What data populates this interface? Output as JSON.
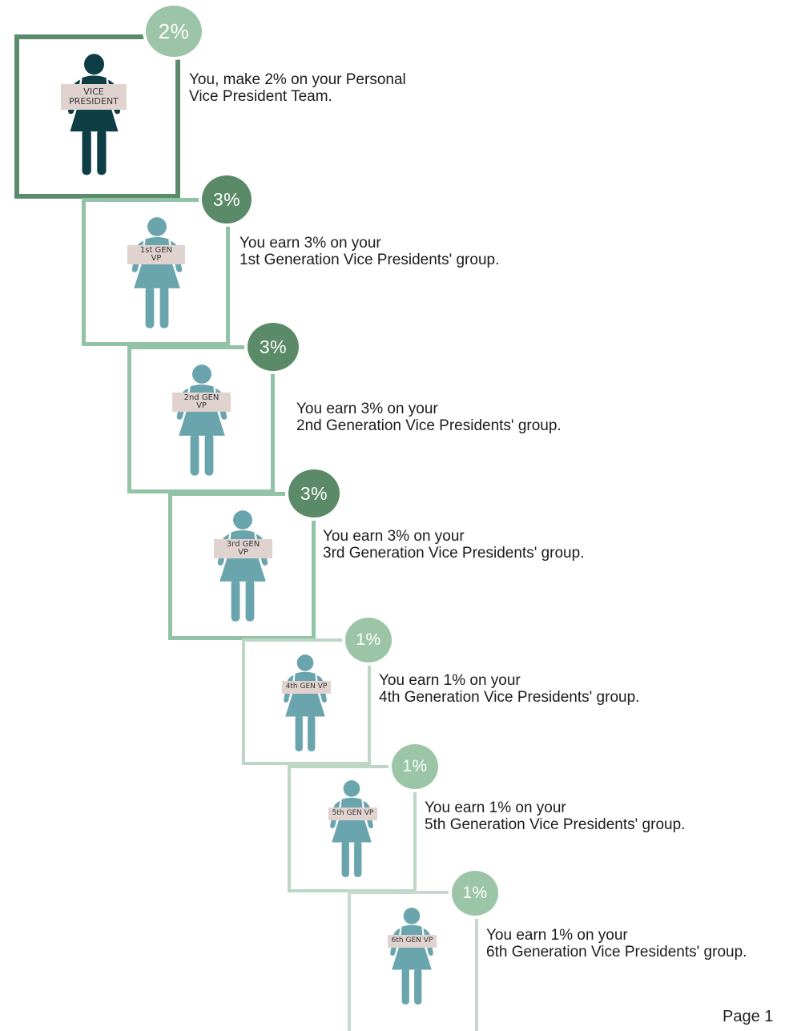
{
  "colors": {
    "dark_green": "#5c8a6c",
    "mid_green": "#93c3a6",
    "light_green": "#bdd6c6",
    "pale_green": "#c9d8ce",
    "badge_dark": "#5a8a68",
    "badge_light": "#9cc5a8",
    "figure_dark": "#0f3d46",
    "figure_teal": "#6aa5ad",
    "tag_bg": "#e0d3cf"
  },
  "levels": [
    {
      "icon": "person-icon",
      "tag": [
        "VICE",
        "PRESIDENT"
      ],
      "percent": "2%",
      "text": [
        "You, make 2% on your Personal",
        "Vice President Team."
      ]
    },
    {
      "icon": "person-icon",
      "tag": [
        "1st GEN",
        "VP"
      ],
      "percent": "3%",
      "text": [
        "You earn 3% on your",
        "1st Generation Vice Presidents' group."
      ]
    },
    {
      "icon": "person-icon",
      "tag": [
        "2nd GEN",
        "VP"
      ],
      "percent": "3%",
      "text": [
        "You earn 3% on your",
        "2nd Generation Vice Presidents' group."
      ]
    },
    {
      "icon": "person-icon",
      "tag": [
        "3rd GEN",
        "VP"
      ],
      "percent": "3%",
      "text": [
        "You earn 3% on your",
        "3rd Generation Vice Presidents' group."
      ]
    },
    {
      "icon": "person-icon",
      "tag": [
        "4th GEN VP"
      ],
      "percent": "1%",
      "text": [
        "You earn 1% on your",
        "4th Generation Vice Presidents' group."
      ]
    },
    {
      "icon": "person-icon",
      "tag": [
        "5th GEN VP"
      ],
      "percent": "1%",
      "text": [
        "You earn 1% on your",
        "5th Generation Vice Presidents' group."
      ]
    },
    {
      "icon": "person-icon",
      "tag": [
        "6th GEN VP"
      ],
      "percent": "1%",
      "text": [
        "You earn 1% on your",
        "6th Generation Vice Presidents' group."
      ]
    }
  ],
  "page_label": "Page 1"
}
